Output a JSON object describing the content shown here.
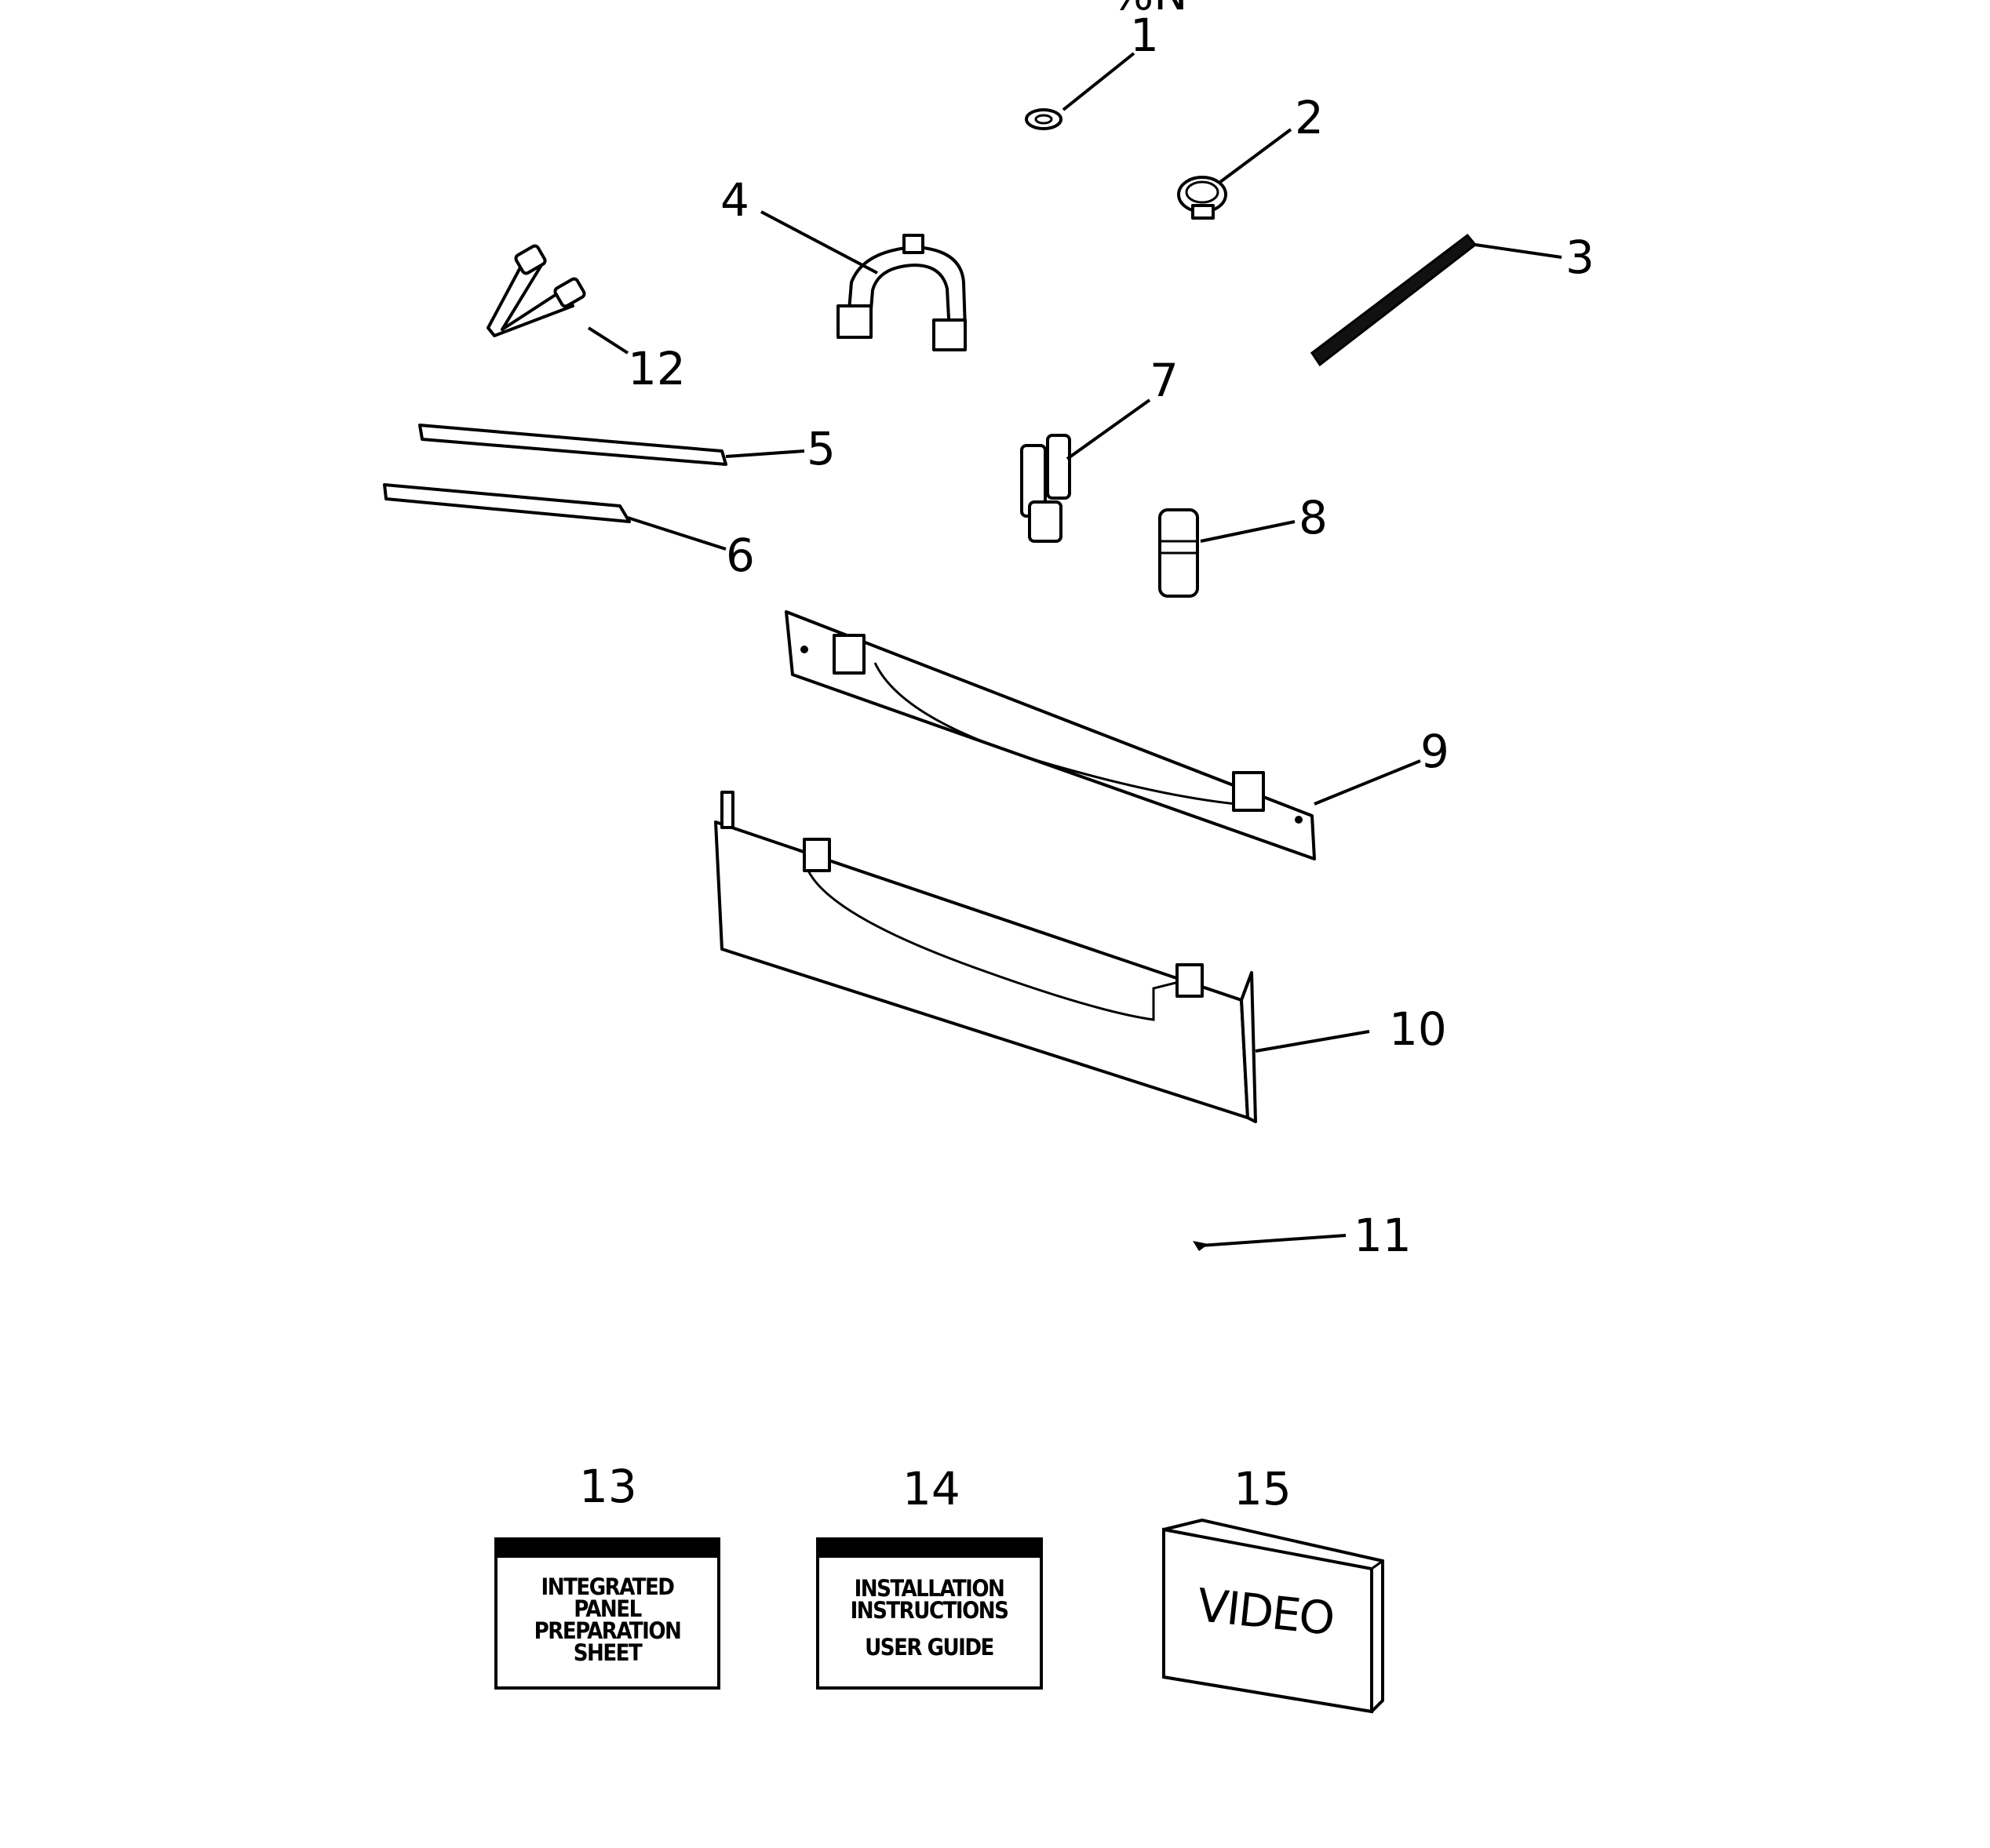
{
  "header_mark": "%N",
  "callouts": {
    "p1": "1",
    "p2": "2",
    "p3": "3",
    "p4": "4",
    "p5": "5",
    "p6": "6",
    "p7": "7",
    "p8": "8",
    "p9": "9",
    "p10": "10",
    "p11": "11",
    "p12": "12",
    "p13": "13",
    "p14": "14",
    "p15": "15"
  },
  "documents": {
    "doc13": {
      "lines": [
        "INTEGRATED",
        "PANEL",
        "PREPARATION",
        "SHEET"
      ]
    },
    "doc14": {
      "lines": [
        "INSTALLATION",
        "INSTRUCTIONS",
        "USER GUIDE"
      ]
    },
    "doc15": {
      "label": "VIDEO"
    }
  }
}
